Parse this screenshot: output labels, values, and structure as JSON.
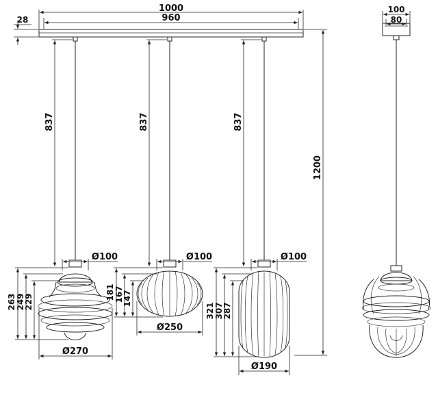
{
  "dimensions": {
    "canopy_length": "1000",
    "canopy_inner": "960",
    "canopy_height": "28",
    "canopy_side_width": "100",
    "canopy_side_inner": "80",
    "total_height": "1200",
    "cable_1": "837",
    "cable_2": "837",
    "cable_3": "837",
    "cap_1": "Ø100",
    "cap_2": "Ø100",
    "cap_3": "Ø100",
    "shade_1_d": "Ø270",
    "shade_2_d": "Ø250",
    "shade_3_d": "Ø190",
    "shade_1_h1": "263",
    "shade_1_h2": "249",
    "shade_1_h3": "229",
    "shade_2_h1": "181",
    "shade_2_h2": "167",
    "shade_2_h3": "147",
    "shade_3_h1": "321",
    "shade_3_h2": "307",
    "shade_3_h3": "287"
  }
}
